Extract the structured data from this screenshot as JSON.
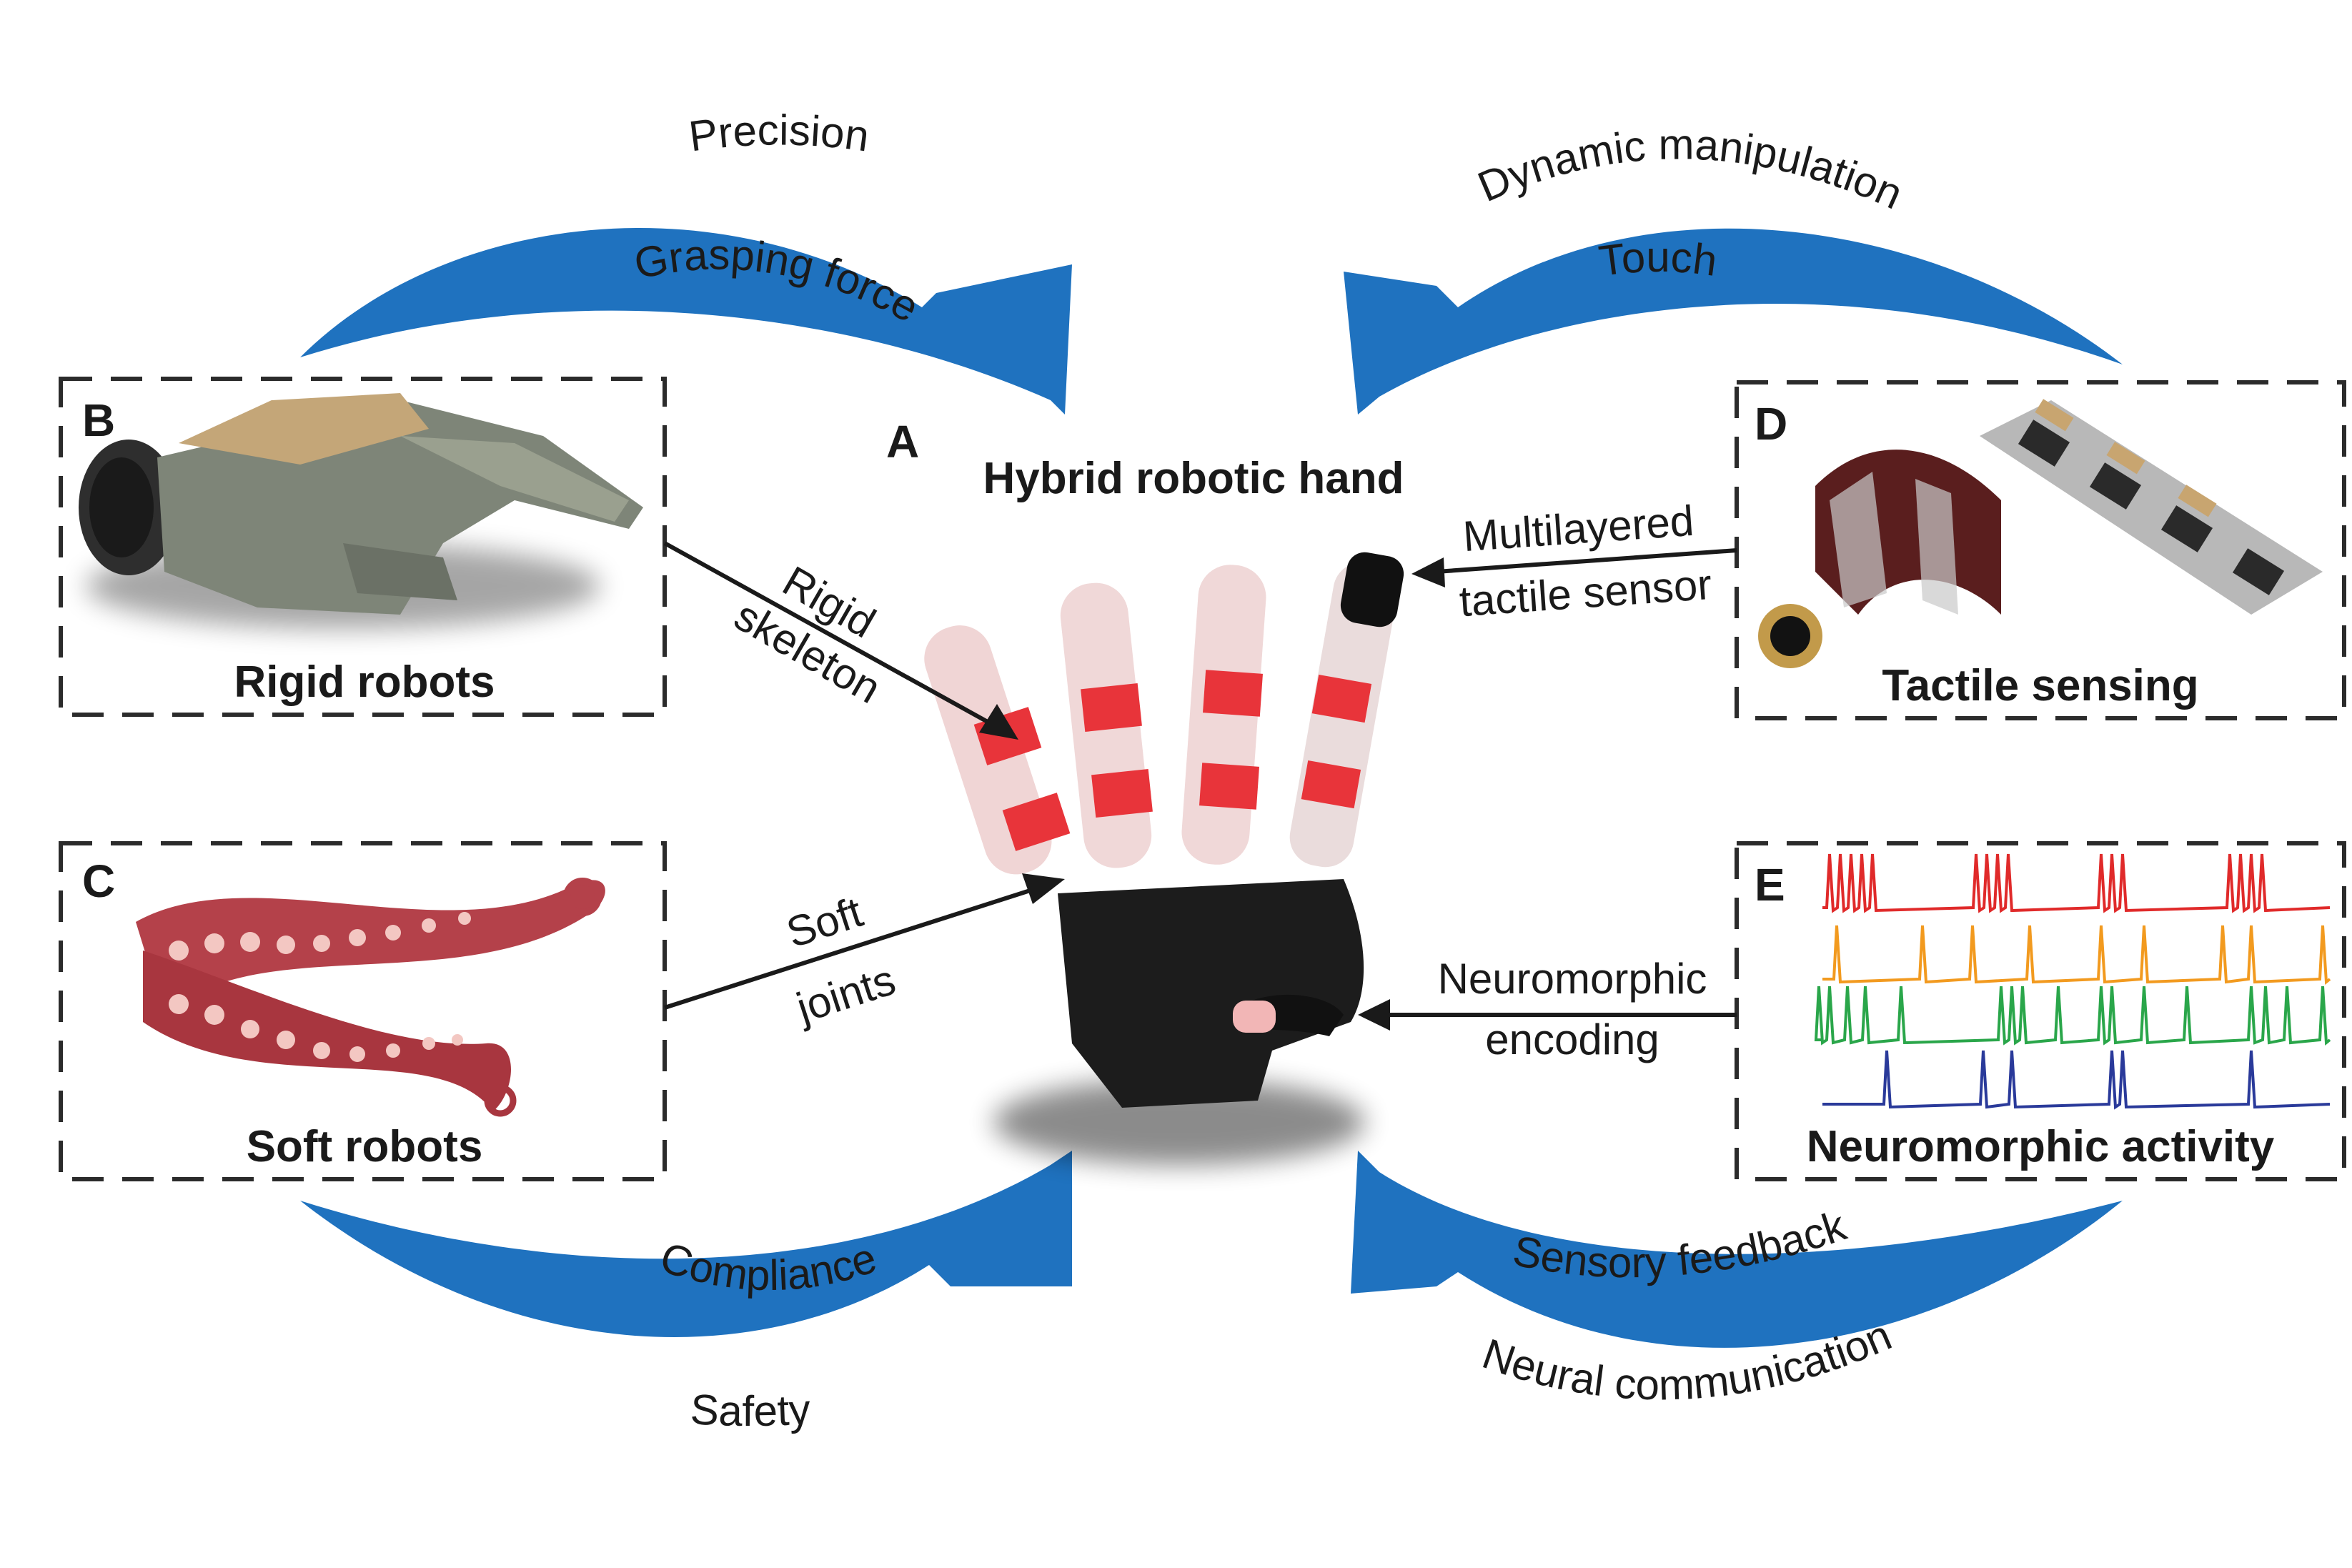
{
  "center": {
    "letter": "A",
    "title": "Hybrid robotic hand"
  },
  "panels": {
    "b": {
      "letter": "B",
      "caption": "Rigid robots"
    },
    "c": {
      "letter": "C",
      "caption": "Soft robots"
    },
    "d": {
      "letter": "D",
      "caption": "Tactile sensing"
    },
    "e": {
      "letter": "E",
      "caption": "Neuromorphic activity"
    }
  },
  "arrows": {
    "top_left": {
      "outer": "Precision",
      "inner": "Grasping force"
    },
    "top_right": {
      "outer": "Dynamic manipulation",
      "inner": "Touch"
    },
    "bottom_left": {
      "inner": "Compliance",
      "outer": "Safety"
    },
    "bottom_right": {
      "inner": "Sensory feedback",
      "outer": "Neural communication"
    }
  },
  "connectors": {
    "rigid": {
      "line1": "Rigid",
      "line2": "skeleton"
    },
    "soft": {
      "line1": "Soft",
      "line2": "joints"
    },
    "tactile": {
      "line1": "Multilayered",
      "line2": "tactile sensor"
    },
    "neuro": {
      "line1": "Neuromorphic",
      "line2": "encoding"
    }
  },
  "colors": {
    "arrow_blue": "#1f72bf",
    "spike_red": "#e02a2a",
    "spike_orange": "#f29a1f",
    "spike_green": "#2aa64a",
    "spike_blue": "#2a3a9a"
  }
}
